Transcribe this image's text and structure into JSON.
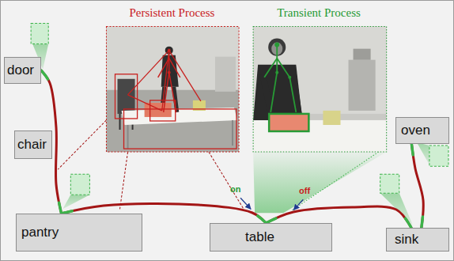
{
  "diagram": {
    "nodes": [
      {
        "text": [
          "Persistent Process"
        ]
      },
      {
        "text": [
          "Transient Process"
        ]
      },
      {
        "text": [
          "door"
        ]
      },
      {
        "text": [
          "oven"
        ]
      },
      {
        "text": [
          "chair"
        ]
      },
      {
        "text": [
          "pantry"
        ]
      },
      {
        "text": [
          "table"
        ]
      },
      {
        "text": [
          "sink"
        ]
      }
    ],
    "edges": [
      {
        "from": 2,
        "to": 5,
        "arrow": "none"
      },
      {
        "from": 5,
        "to": 6,
        "arrow": "none"
      },
      {
        "from": 6,
        "to": 7,
        "arrow": "none"
      },
      {
        "from": 7,
        "to": 3,
        "arrow": "none"
      }
    ],
    "labels": [
      "on",
      "off"
    ]
  }
}
